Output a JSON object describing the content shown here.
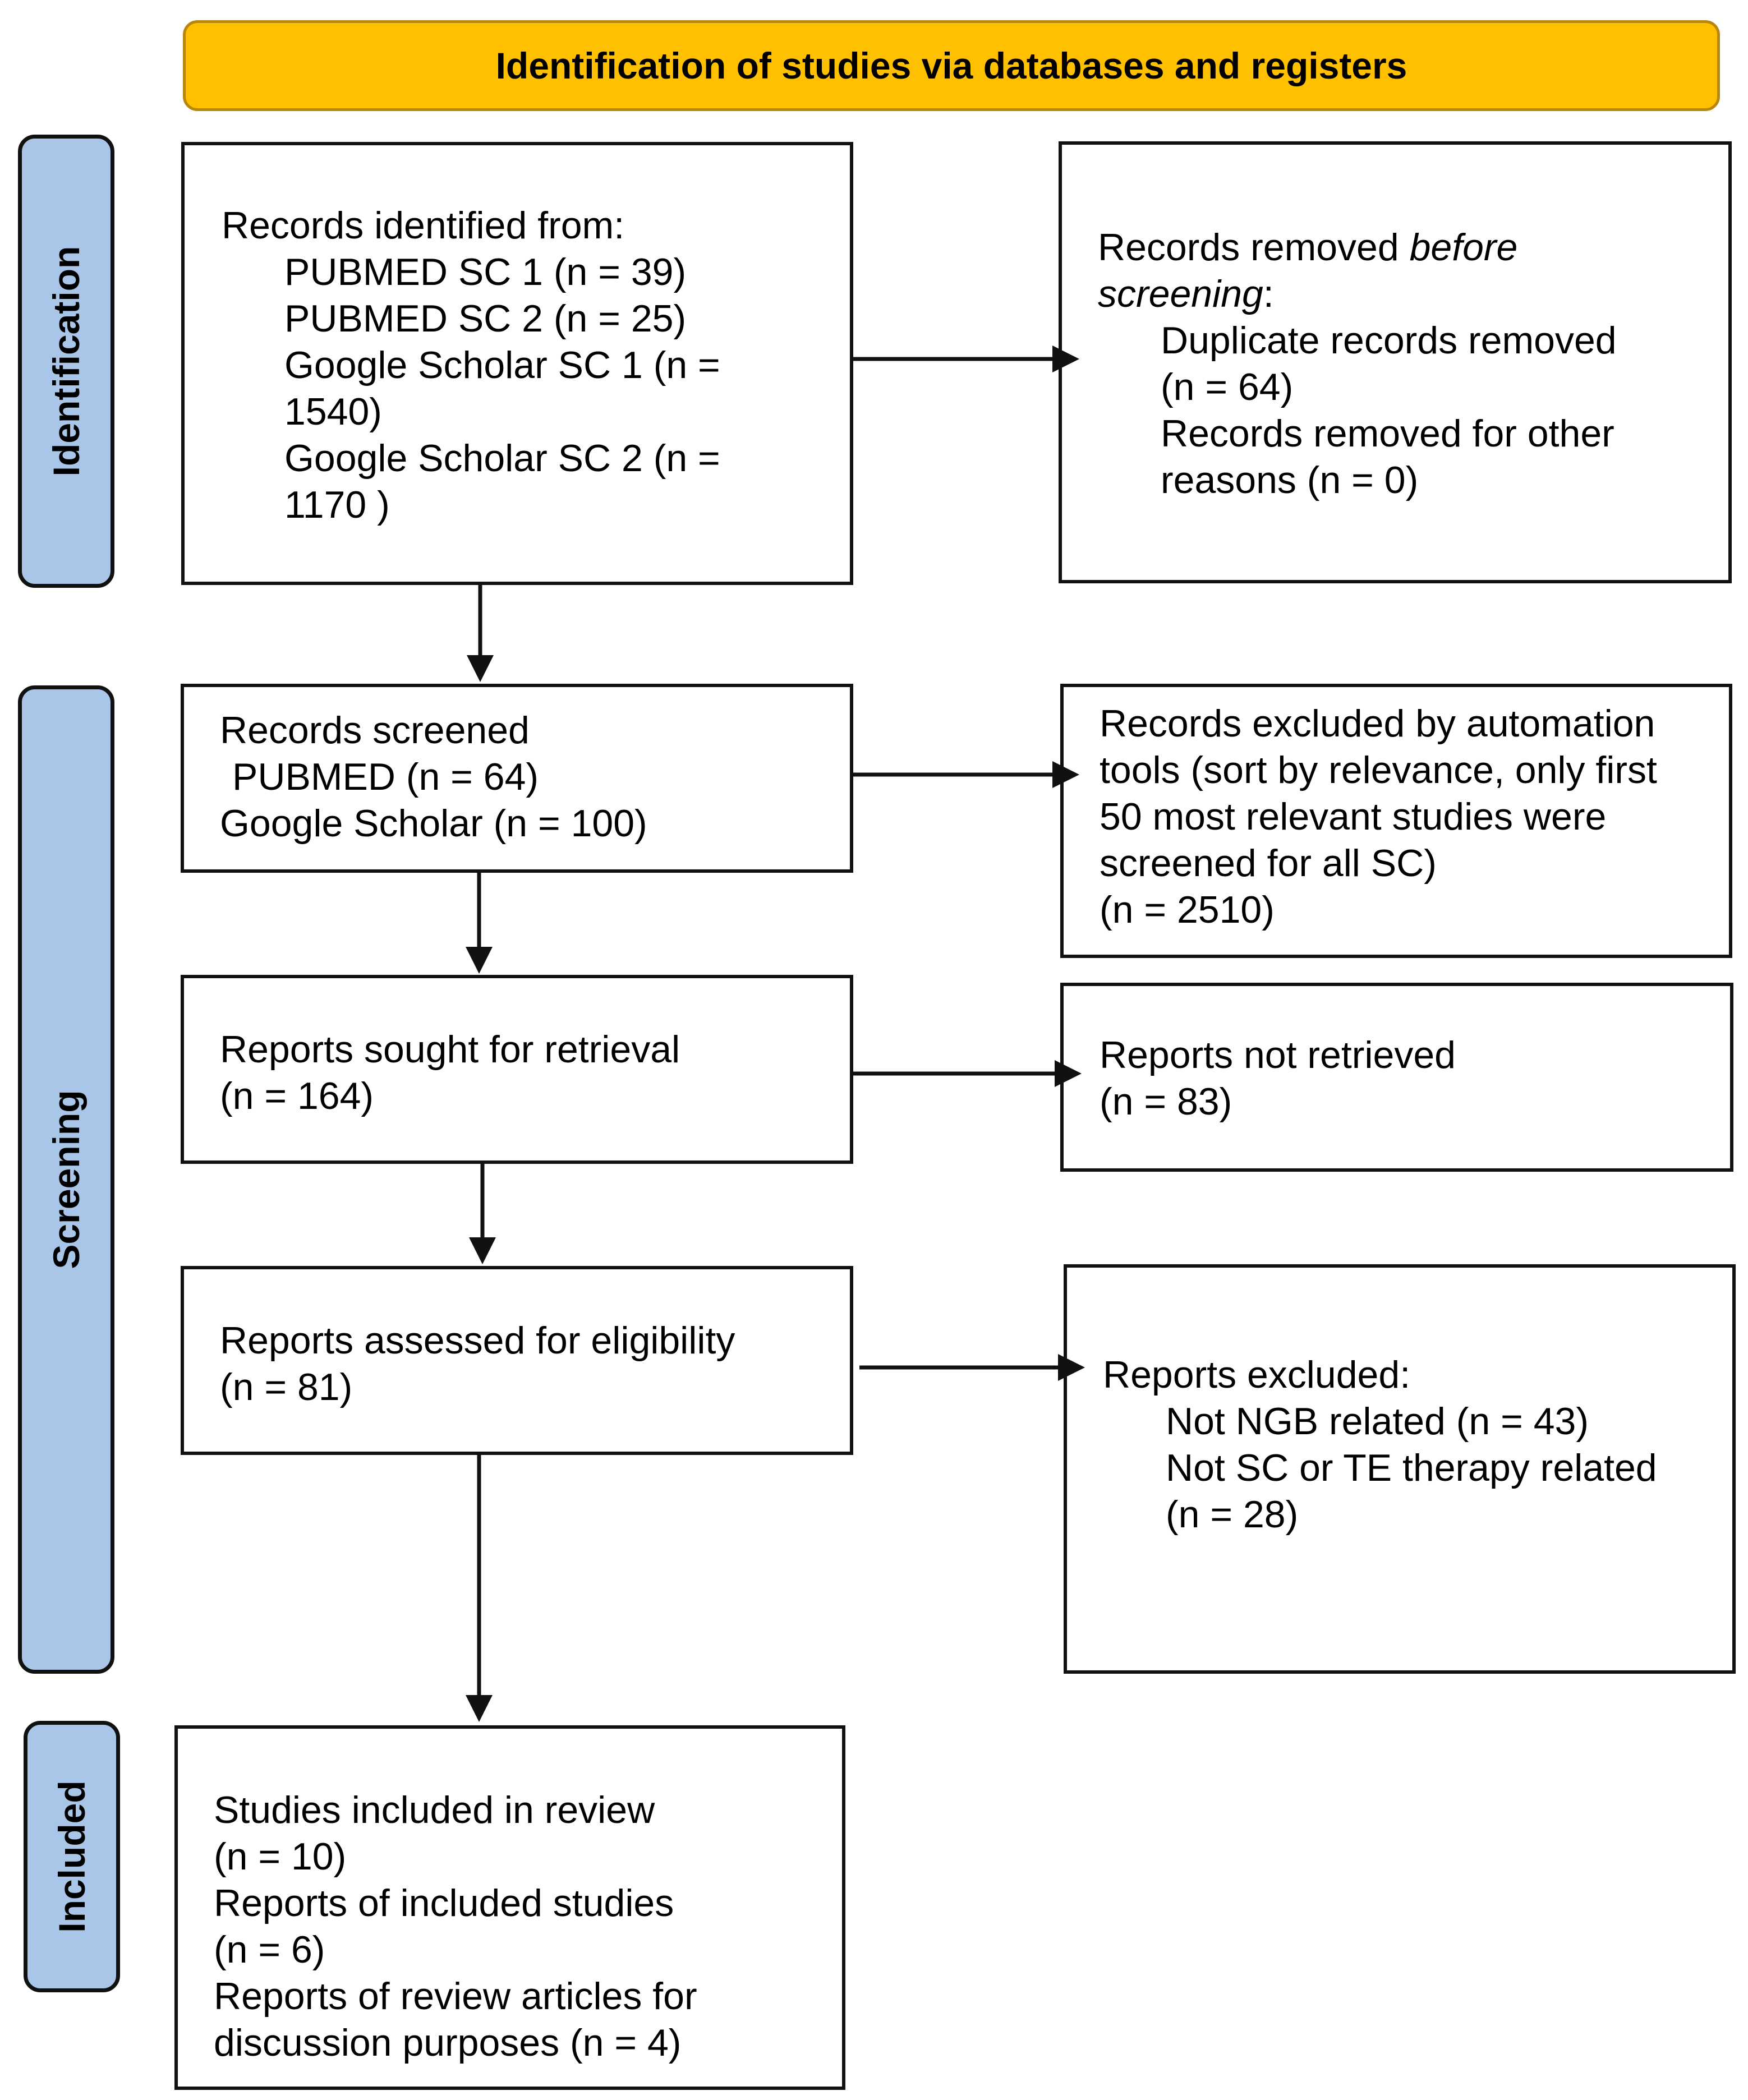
{
  "header": {
    "title": "Identification of studies via databases and registers"
  },
  "phases": {
    "identification": "Identification",
    "screening": "Screening",
    "included": "Included"
  },
  "boxes": {
    "records_identified": {
      "lines": [
        "Records identified from:",
        "PUBMED SC 1 (n = 39)",
        "PUBMED SC 2 (n = 25)",
        "Google Scholar SC 1 (n =",
        "1540)",
        "Google Scholar SC 2 (n =",
        "1170 )"
      ]
    },
    "records_removed": {
      "line1_prefix": "Records removed ",
      "line1_italic": "before",
      "line2_italic": "screening",
      "line2_suffix": ":",
      "lines": [
        "Duplicate records removed",
        "(n = 64)",
        "Records removed for other",
        "reasons (n = 0)"
      ]
    },
    "records_screened": {
      "lines": [
        "Records screened",
        "PUBMED (n = 64)",
        "Google Scholar (n = 100)"
      ]
    },
    "records_excluded": {
      "lines": [
        "Records excluded by automation",
        "tools (sort by relevance, only first",
        "50 most relevant studies were",
        "screened for all SC)",
        "(n = 2510)"
      ]
    },
    "reports_sought": {
      "lines": [
        "Reports sought for retrieval",
        "(n = 164)"
      ]
    },
    "reports_not_retrieved": {
      "lines": [
        "Reports not retrieved",
        "(n = 83)"
      ]
    },
    "reports_assessed": {
      "lines": [
        "Reports assessed for eligibility",
        "(n = 81)"
      ]
    },
    "reports_excluded": {
      "lines": [
        "Reports excluded:",
        "Not NGB related (n = 43)",
        "Not SC or TE therapy related",
        "(n = 28)"
      ]
    },
    "studies_included": {
      "lines": [
        "Studies included in review",
        "(n = 10)",
        "Reports of included studies",
        "(n = 6)",
        "Reports of review articles for",
        "discussion purposes (n = 4)"
      ]
    }
  }
}
